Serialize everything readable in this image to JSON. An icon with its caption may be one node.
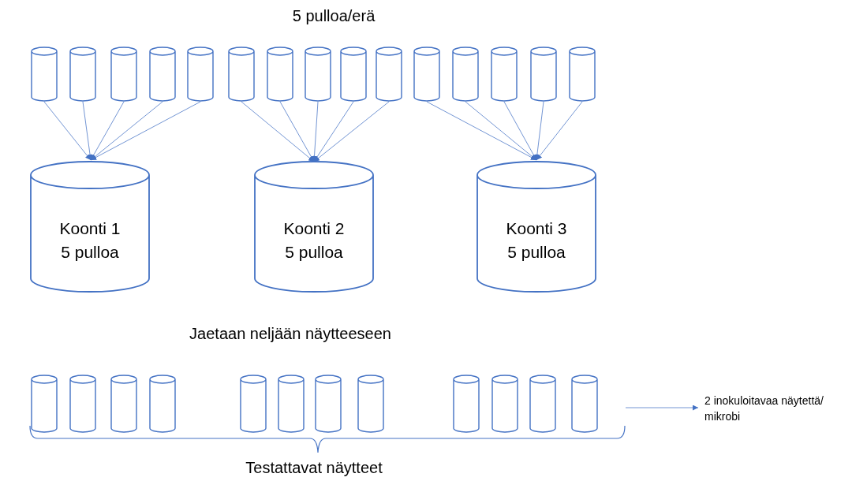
{
  "diagram": {
    "nodes": [
      {
        "text": [],
        "shape": "cylinder"
      },
      {
        "text": [],
        "shape": "cylinder"
      },
      {
        "text": [],
        "shape": "cylinder"
      },
      {
        "text": [],
        "shape": "cylinder"
      },
      {
        "text": [],
        "shape": "cylinder"
      },
      {
        "text": [],
        "shape": "cylinder"
      },
      {
        "text": [],
        "shape": "cylinder"
      },
      {
        "text": [],
        "shape": "cylinder"
      },
      {
        "text": [],
        "shape": "cylinder"
      },
      {
        "text": [],
        "shape": "cylinder"
      },
      {
        "text": [],
        "shape": "cylinder"
      },
      {
        "text": [],
        "shape": "cylinder"
      },
      {
        "text": [],
        "shape": "cylinder"
      },
      {
        "text": [],
        "shape": "cylinder"
      },
      {
        "text": [],
        "shape": "cylinder"
      },
      {
        "text": [
          "Koonti 1",
          "5 pulloa"
        ]
      },
      {
        "text": [
          "Koonti 2",
          "5 pulloa"
        ]
      },
      {
        "text": [
          "Koonti 3",
          "5 pulloa"
        ]
      },
      {
        "text": [],
        "shape": "cylinder"
      },
      {
        "text": [],
        "shape": "cylinder"
      },
      {
        "text": [],
        "shape": "cylinder"
      },
      {
        "text": [],
        "shape": "cylinder"
      },
      {
        "text": [],
        "shape": "cylinder"
      },
      {
        "text": [],
        "shape": "cylinder"
      },
      {
        "text": [],
        "shape": "cylinder"
      },
      {
        "text": [],
        "shape": "cylinder"
      },
      {
        "text": [],
        "shape": "cylinder"
      },
      {
        "text": [],
        "shape": "cylinder"
      },
      {
        "text": [],
        "shape": "cylinder"
      },
      {
        "text": [],
        "shape": "cylinder"
      },
      {
        "text": [
          "2 inokuloitavaa näytettä/ mikrobi"
        ]
      }
    ],
    "edges": [
      {
        "from": 0,
        "to": 15,
        "arrow": "to"
      },
      {
        "from": 1,
        "to": 15,
        "arrow": "to"
      },
      {
        "from": 2,
        "to": 15,
        "arrow": "to"
      },
      {
        "from": 3,
        "to": 15,
        "arrow": "to"
      },
      {
        "from": 4,
        "to": 15,
        "arrow": "to"
      },
      {
        "from": 5,
        "to": 16,
        "arrow": "to"
      },
      {
        "from": 6,
        "to": 16,
        "arrow": "to"
      },
      {
        "from": 7,
        "to": 16,
        "arrow": "to"
      },
      {
        "from": 8,
        "to": 16,
        "arrow": "to"
      },
      {
        "from": 9,
        "to": 16,
        "arrow": "to"
      },
      {
        "from": 10,
        "to": 17,
        "arrow": "to"
      },
      {
        "from": 11,
        "to": 17,
        "arrow": "to"
      },
      {
        "from": 12,
        "to": 17,
        "arrow": "to"
      },
      {
        "from": 13,
        "to": 17,
        "arrow": "to"
      },
      {
        "from": 14,
        "to": 17,
        "arrow": "to"
      },
      {
        "from": null,
        "to": 30,
        "arrow": "to"
      }
    ],
    "labels": [
      "5 pulloa/erä",
      "Jaetaan neljään näytteeseen",
      "Testattavat näytteet"
    ]
  }
}
